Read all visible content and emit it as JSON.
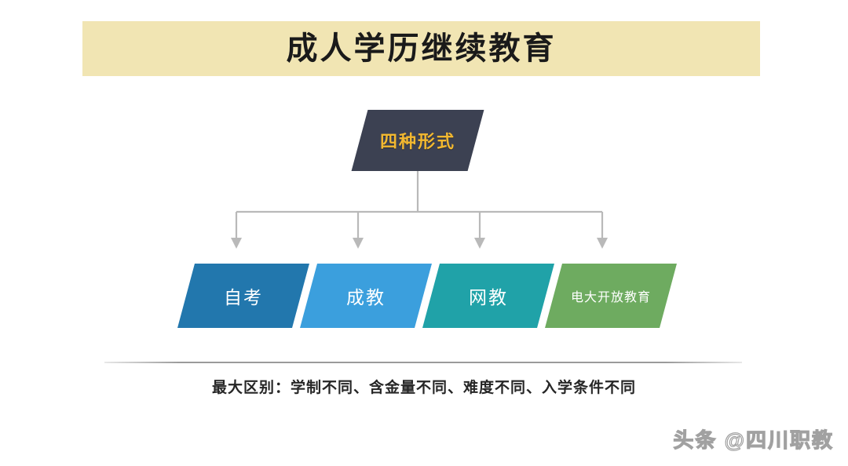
{
  "slide": {
    "background_color": "#ffffff",
    "title": {
      "text": "成人学历继续教育",
      "banner_color": "#f1e5b3",
      "text_color": "#1a1a1a"
    },
    "root_node": {
      "label": "四种形式",
      "fill_color": "#3c4152",
      "text_color": "#f2b830"
    },
    "branches": [
      {
        "label": "自考",
        "fill_color": "#2277ad",
        "text_color": "#ffffff",
        "text_size": "large"
      },
      {
        "label": "成教",
        "fill_color": "#3b9fdd",
        "text_color": "#ffffff",
        "text_size": "large"
      },
      {
        "label": "网教",
        "fill_color": "#20a2a8",
        "text_color": "#ffffff",
        "text_size": "large"
      },
      {
        "label": "电大开放教育",
        "fill_color": "#6eab60",
        "text_color": "#ffffff",
        "text_size": "small"
      }
    ],
    "connector_color": "#b9b9b9",
    "footer": {
      "divider_color": "#9a9a9a",
      "caption": "最大区别：学制不同、含金量不同、难度不同、入学条件不同"
    },
    "watermark": "头条 @四川职教"
  }
}
